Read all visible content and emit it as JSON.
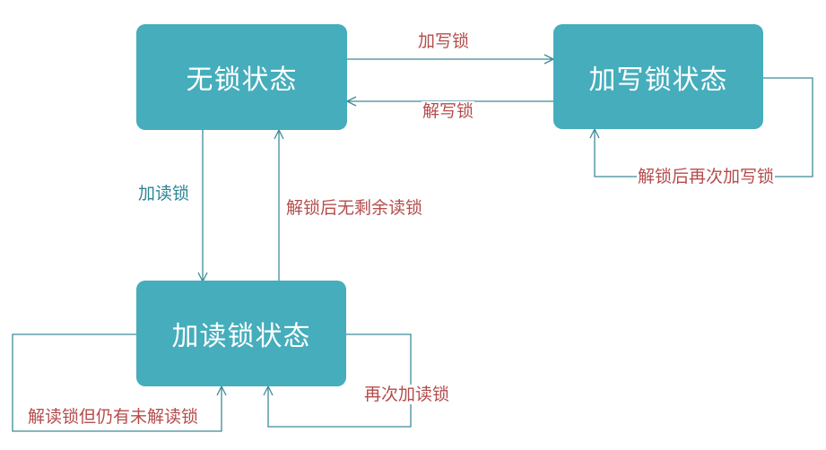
{
  "colors": {
    "state_fill": "#45adbb",
    "state_text": "#ffffff",
    "edge_stroke": "#3f8a99",
    "label_red": "#b54c4c",
    "label_blue": "#2e8596"
  },
  "states": {
    "unlocked": "无锁状态",
    "write_locked": "加写锁状态",
    "read_locked": "加读锁状态"
  },
  "transitions": {
    "add_write_lock": "加写锁",
    "release_write_lock": "解写锁",
    "relock_write": "解锁后再次加写锁",
    "add_read_lock": "加读锁",
    "release_last_read_lock": "解锁后无剩余读锁",
    "add_read_lock_again": "再次加读锁",
    "release_read_lock_still_held": "解读锁但仍有未解读锁"
  }
}
